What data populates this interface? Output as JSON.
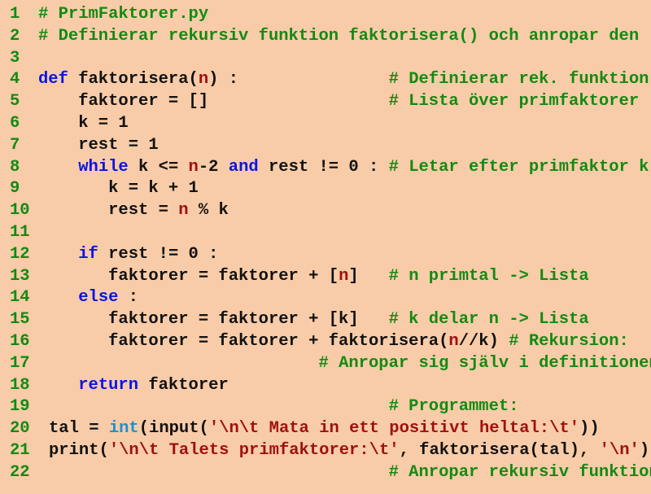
{
  "colors": {
    "background": "#f8cca8",
    "comment": "#138a13",
    "keyword": "#0a14e6",
    "builtin": "#1a90d0",
    "string": "#a01010",
    "text": "#111111"
  },
  "lines": [
    {
      "n": "1",
      "tokens": [
        [
          "c",
          "# PrimFaktorer.py"
        ]
      ]
    },
    {
      "n": "2",
      "tokens": [
        [
          "c",
          "# Definierar rekursiv funktion faktorisera() och anropar den"
        ]
      ]
    },
    {
      "n": "3",
      "tokens": []
    },
    {
      "n": "4",
      "tokens": [
        [
          "k",
          "def"
        ],
        [
          "t",
          " faktorisera("
        ],
        [
          "p",
          "n"
        ],
        [
          "t",
          ") :               "
        ],
        [
          "c",
          "# Definierar rek. funktion"
        ]
      ]
    },
    {
      "n": "5",
      "tokens": [
        [
          "t",
          "    faktorer = []                  "
        ],
        [
          "c",
          "# Lista över primfaktorer"
        ]
      ]
    },
    {
      "n": "6",
      "tokens": [
        [
          "t",
          "    k = 1"
        ]
      ]
    },
    {
      "n": "7",
      "tokens": [
        [
          "t",
          "    rest = 1"
        ]
      ]
    },
    {
      "n": "8",
      "tokens": [
        [
          "t",
          "    "
        ],
        [
          "k",
          "while"
        ],
        [
          "t",
          " k <= "
        ],
        [
          "p",
          "n"
        ],
        [
          "t",
          "-2 "
        ],
        [
          "k",
          "and"
        ],
        [
          "t",
          " rest != 0 : "
        ],
        [
          "c",
          "# Letar efter primfaktor k"
        ]
      ]
    },
    {
      "n": "9",
      "tokens": [
        [
          "t",
          "       k = k + 1"
        ]
      ]
    },
    {
      "n": "10",
      "tokens": [
        [
          "t",
          "       rest = "
        ],
        [
          "p",
          "n"
        ],
        [
          "t",
          " % k"
        ]
      ]
    },
    {
      "n": "11",
      "tokens": []
    },
    {
      "n": "12",
      "tokens": [
        [
          "t",
          "    "
        ],
        [
          "k",
          "if"
        ],
        [
          "t",
          " rest != 0 :"
        ]
      ]
    },
    {
      "n": "13",
      "tokens": [
        [
          "t",
          "       faktorer = faktorer + ["
        ],
        [
          "p",
          "n"
        ],
        [
          "t",
          "]   "
        ],
        [
          "c",
          "# n primtal -> Lista"
        ]
      ]
    },
    {
      "n": "14",
      "tokens": [
        [
          "t",
          "    "
        ],
        [
          "k",
          "else"
        ],
        [
          "t",
          " :"
        ]
      ]
    },
    {
      "n": "15",
      "tokens": [
        [
          "t",
          "       faktorer = faktorer + [k]   "
        ],
        [
          "c",
          "# k delar n -> Lista"
        ]
      ]
    },
    {
      "n": "16",
      "tokens": [
        [
          "t",
          "       faktorer = faktorer + faktorisera("
        ],
        [
          "p",
          "n"
        ],
        [
          "t",
          "//k) "
        ],
        [
          "c",
          "# Rekursion:"
        ]
      ]
    },
    {
      "n": "17",
      "tokens": [
        [
          "t",
          "                            "
        ],
        [
          "c",
          "# Anropar sig själv i definitionen"
        ]
      ]
    },
    {
      "n": "18",
      "tokens": [
        [
          "t",
          "    "
        ],
        [
          "k",
          "return"
        ],
        [
          "t",
          " faktorer"
        ]
      ]
    },
    {
      "n": "19",
      "tokens": [
        [
          "t",
          "                                   "
        ],
        [
          "c",
          "# Programmet:"
        ]
      ]
    },
    {
      "n": "20",
      "narrow": true,
      "tokens": [
        [
          "t",
          "tal = "
        ],
        [
          "b",
          "int"
        ],
        [
          "t",
          "(input("
        ],
        [
          "s",
          "'\\n\\t Mata in ett positivt heltal:\\t'"
        ],
        [
          "t",
          "))"
        ]
      ]
    },
    {
      "n": "21",
      "narrow": true,
      "tokens": [
        [
          "t",
          "print("
        ],
        [
          "s",
          "'\\n\\t Talets primfaktorer:\\t'"
        ],
        [
          "t",
          ", faktorisera(tal), "
        ],
        [
          "s",
          "'\\n'"
        ],
        [
          "t",
          ")"
        ]
      ]
    },
    {
      "n": "22",
      "tokens": [
        [
          "t",
          "                                   "
        ],
        [
          "c",
          "# Anropar rekursiv funktion"
        ]
      ]
    }
  ]
}
